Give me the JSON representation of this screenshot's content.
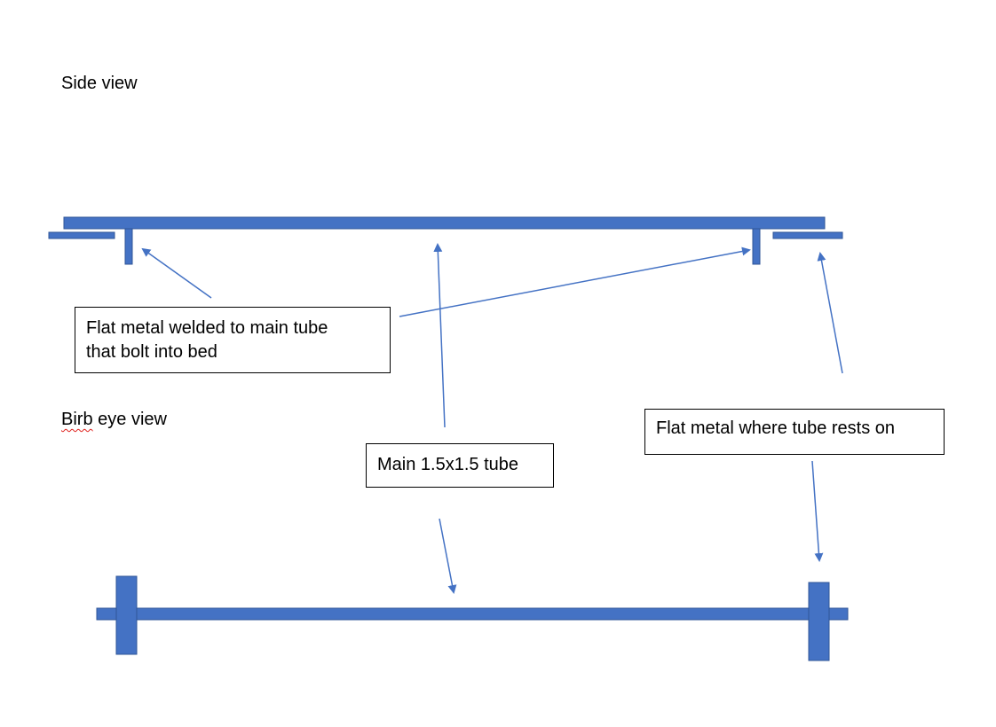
{
  "headings": {
    "side_view": "Side view",
    "bird_eye_view_word1": "Birb",
    "bird_eye_view_rest": " eye view"
  },
  "callouts": {
    "welded": {
      "line1": "Flat metal welded to main tube",
      "line2": "that bolt into bed"
    },
    "main_tube": "Main 1.5x1.5 tube",
    "rests_on": "Flat metal where tube rests on"
  },
  "colors": {
    "shape_fill": "#4472c4",
    "shape_stroke": "#2f5597",
    "arrow": "#4472c4",
    "spellcheck_underline": "#e0201c"
  }
}
